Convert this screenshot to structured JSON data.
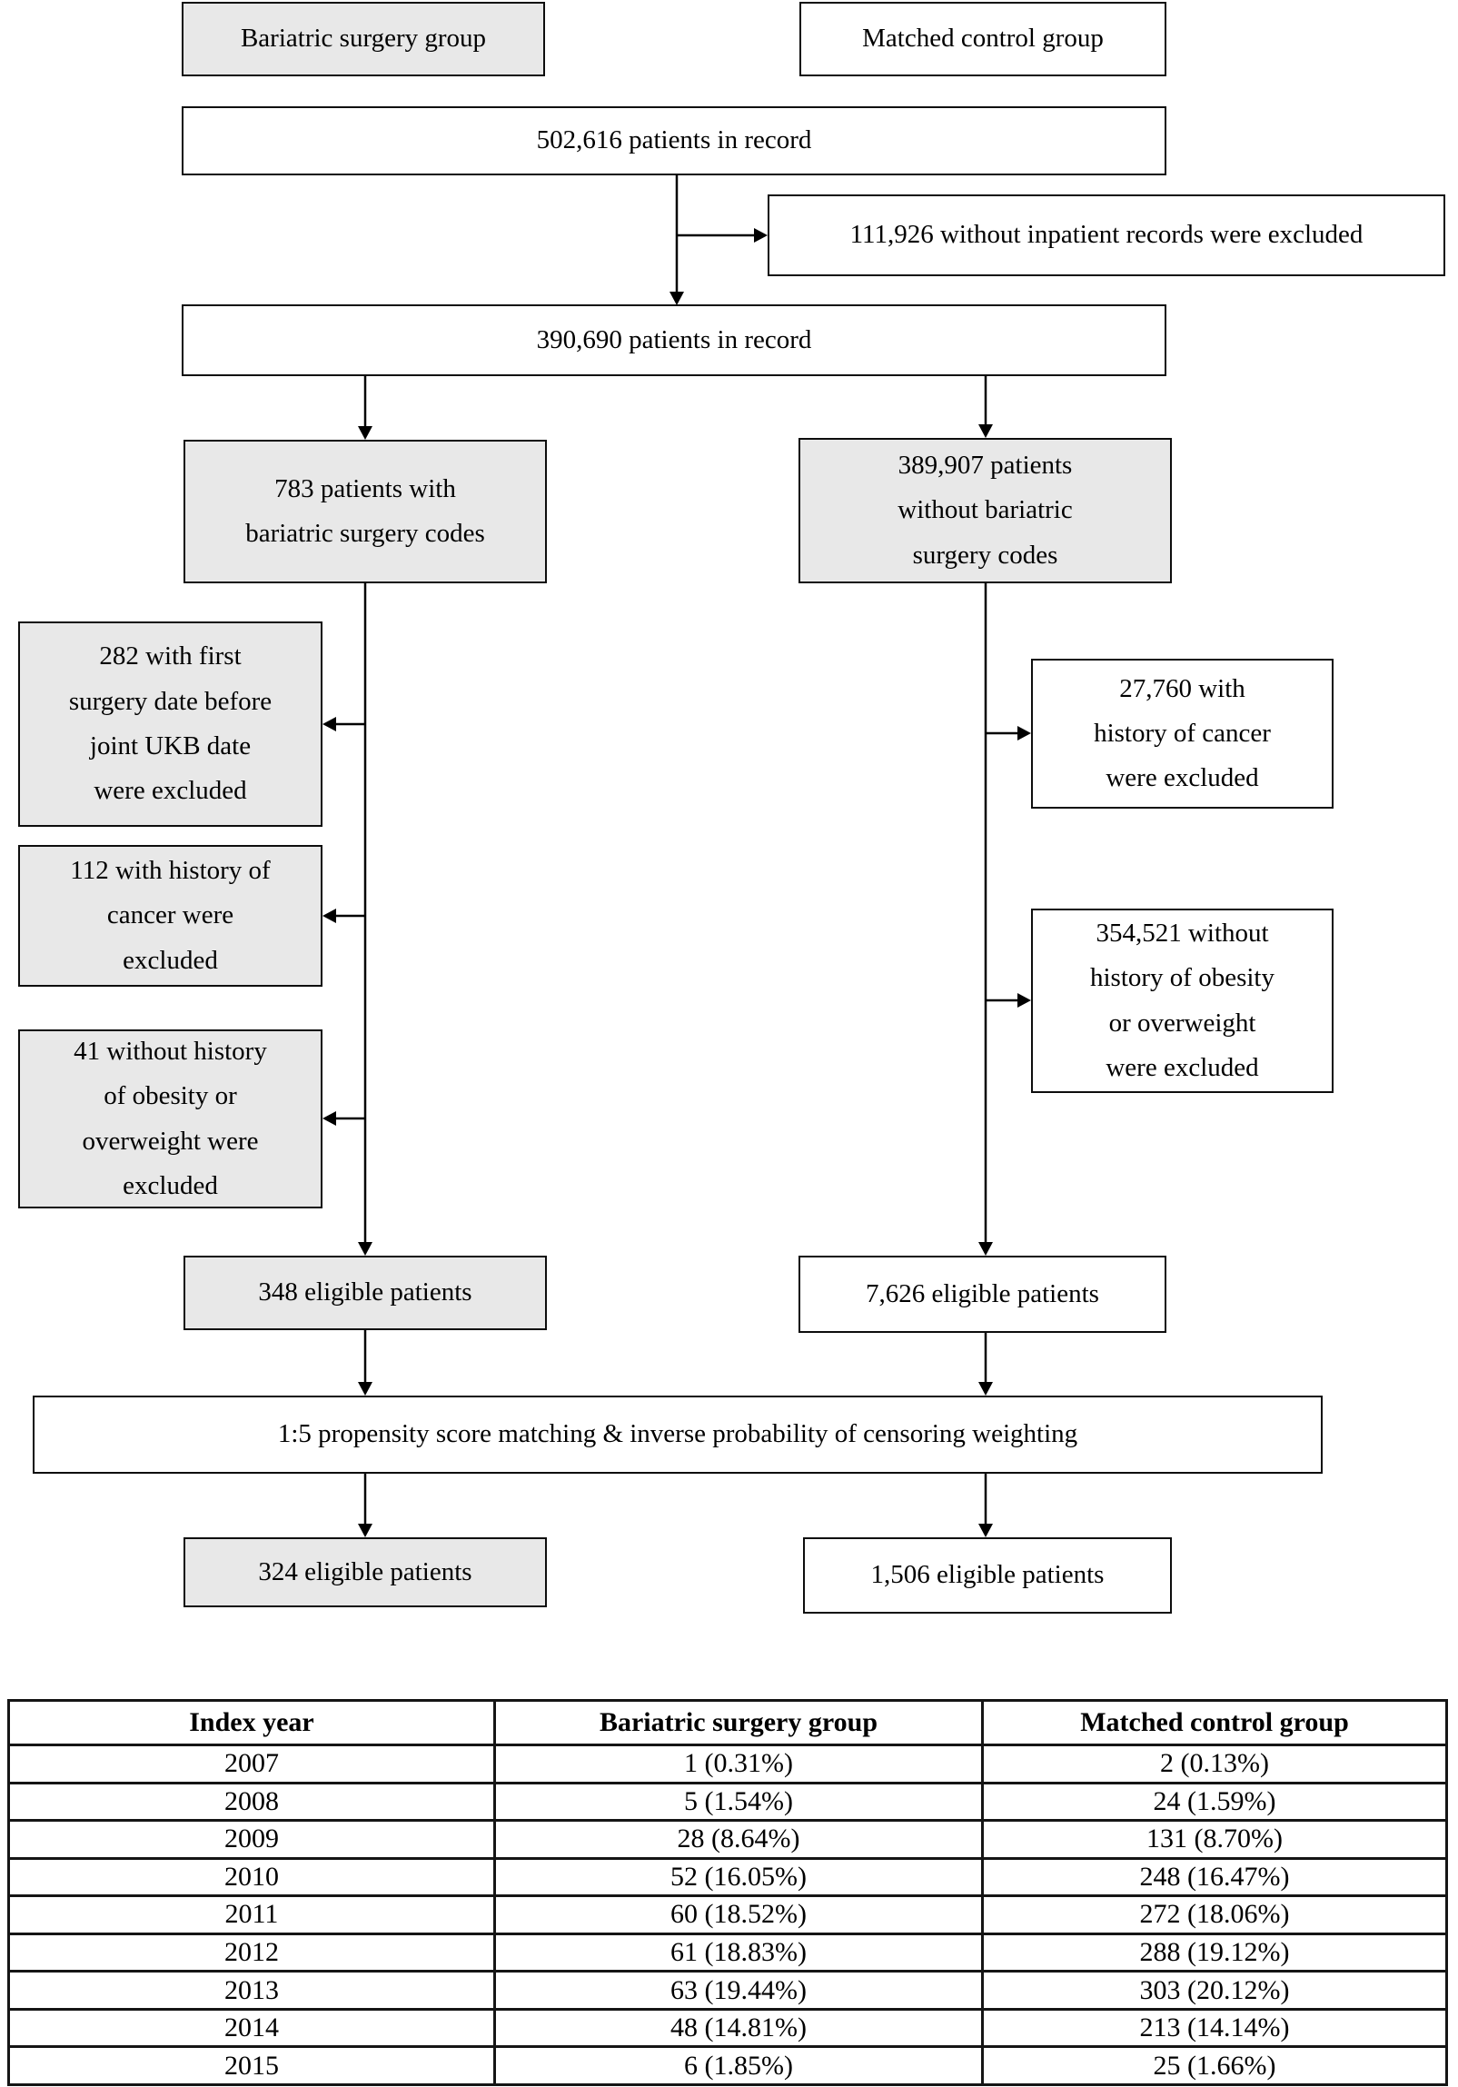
{
  "flowchart": {
    "top_left_label": "Bariatric surgery group",
    "top_right_label": "Matched control group",
    "record1": "502,616 patients in record",
    "excl_inpatient": "111,926 without inpatient records were excluded",
    "record2": "390,690 patients in record",
    "surgery_codes": "783 patients with\nbariatric surgery codes",
    "no_surgery_codes": "389,907 patients\nwithout bariatric\nsurgery codes",
    "excl_surgery_date": "282 with first\nsurgery date before\njoint UKB date\nwere excluded",
    "excl_cancer_left": "112 with history of\ncancer were\nexcluded",
    "excl_obesity_left": "41 without history\nof obesity or\noverweight were\nexcluded",
    "excl_cancer_right": "27,760 with\nhistory of cancer\nwere excluded",
    "excl_obesity_right": "354,521 without\nhistory of obesity\nor overweight\nwere excluded",
    "eligible_left": "348 eligible patients",
    "eligible_right": "7,626 eligible patients",
    "matching": "1:5 propensity score matching & inverse probability of censoring weighting",
    "final_left": "324 eligible patients",
    "final_right": "1,506 eligible patients"
  },
  "table": {
    "headers": [
      "Index year",
      "Bariatric surgery group",
      "Matched control group"
    ],
    "rows": [
      [
        "2007",
        "1 (0.31%)",
        "2 (0.13%)"
      ],
      [
        "2008",
        "5 (1.54%)",
        "24 (1.59%)"
      ],
      [
        "2009",
        "28 (8.64%)",
        "131 (8.70%)"
      ],
      [
        "2010",
        "52 (16.05%)",
        "248 (16.47%)"
      ],
      [
        "2011",
        "60 (18.52%)",
        "272 (18.06%)"
      ],
      [
        "2012",
        "61 (18.83%)",
        "288 (19.12%)"
      ],
      [
        "2013",
        "63 (19.44%)",
        "303 (20.12%)"
      ],
      [
        "2014",
        "48 (14.81%)",
        "213 (14.14%)"
      ],
      [
        "2015",
        "6 (1.85%)",
        "25 (1.66%)"
      ]
    ]
  },
  "colors": {
    "box_fill_gray": "#e8e8e8",
    "box_fill_white": "#ffffff",
    "line": "#000000"
  }
}
